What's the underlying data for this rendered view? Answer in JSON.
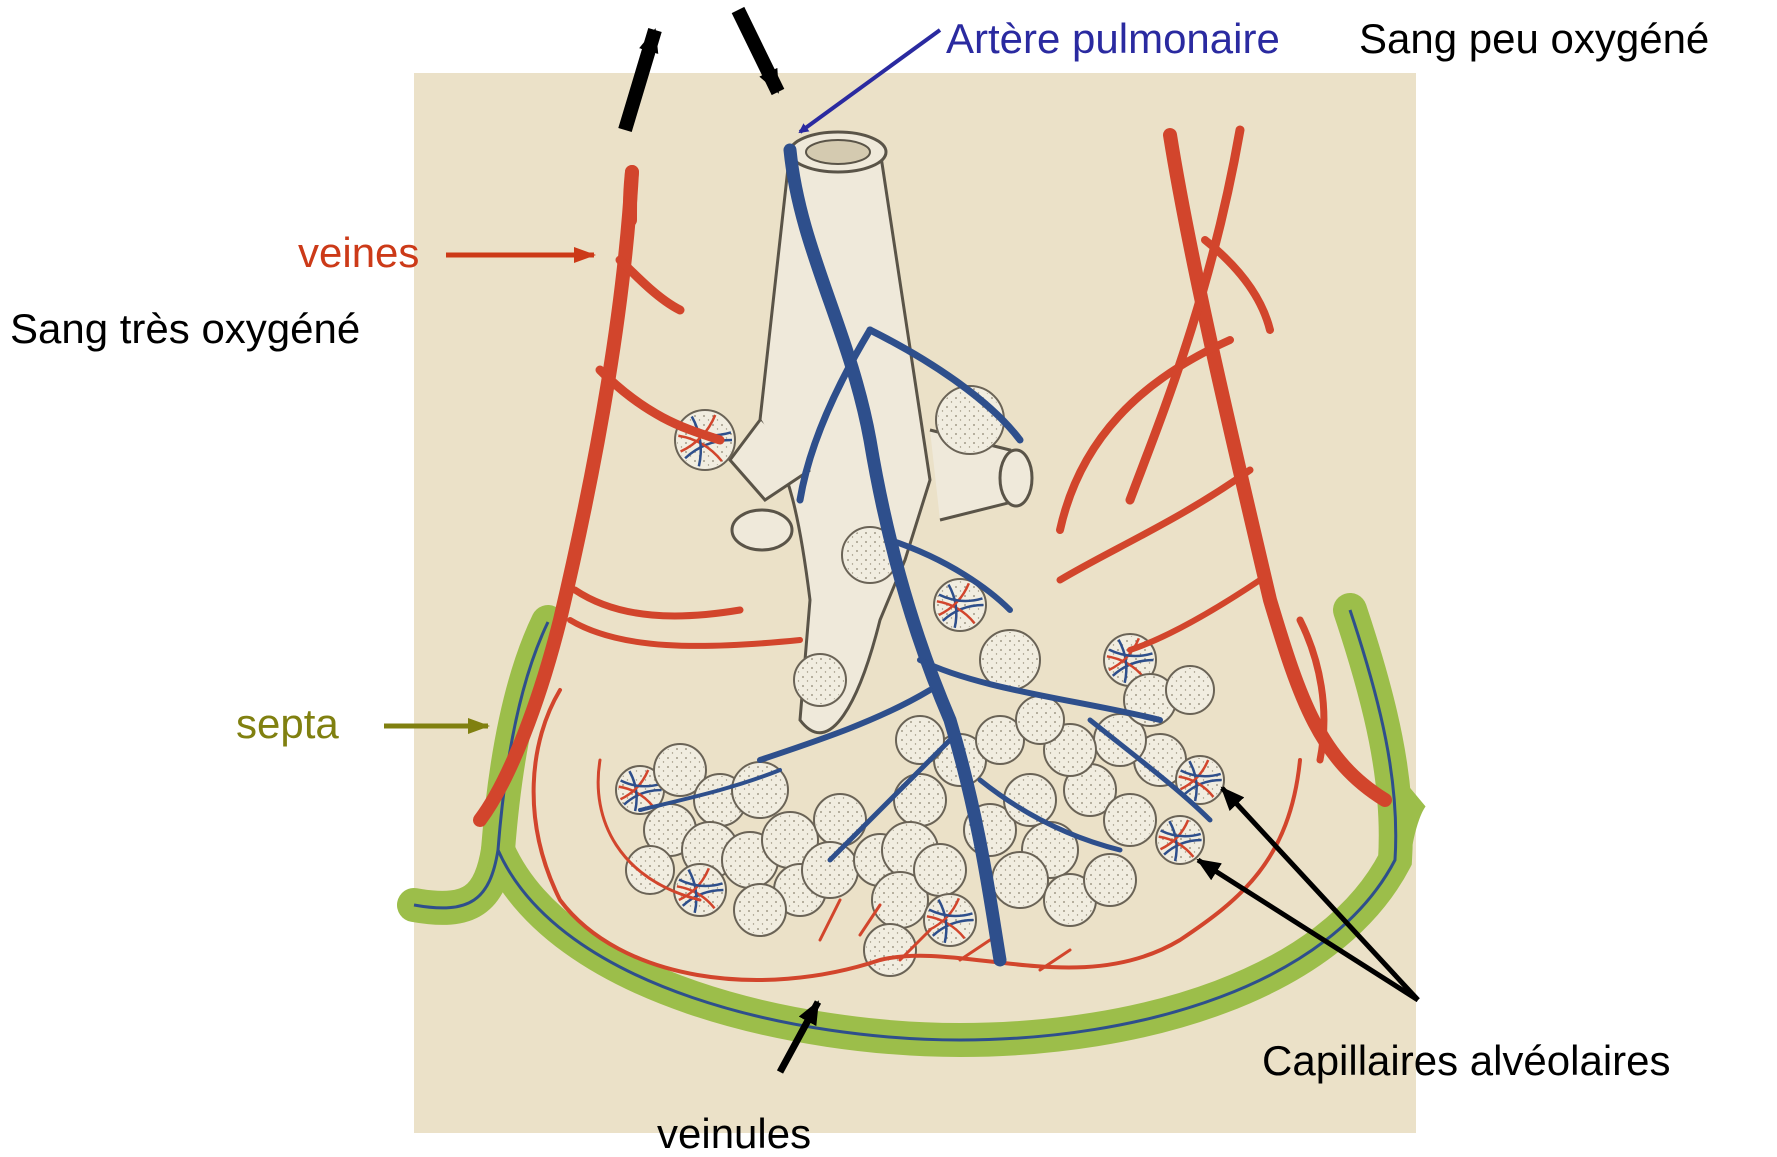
{
  "colors": {
    "background": "#ffffff",
    "plate": "#ebe1c8",
    "artery_blue": "#2e4f8c",
    "vein_red": "#d2452c",
    "septa_green": "#9cbe4a",
    "label_artery": "#2a2aa0",
    "label_veines": "#cc3a18",
    "label_septa": "#808010",
    "arrow_black": "#000000",
    "alveolus": "#f1ede0",
    "bronchiole": "#efe9da"
  },
  "labels": {
    "artere_pulmonaire": "Artère pulmonaire",
    "sang_peu_oxygene": "Sang peu oxygéné",
    "veines": "veines",
    "sang_tres_oxygene": "Sang très oxygéné",
    "septa": "septa",
    "capillaires_alveolaires": "Capillaires alvéolaires",
    "veinules": "veinules"
  },
  "icons": {
    "flow_out_arrow": "arrow-up-icon",
    "flow_in_arrow": "arrow-down-icon"
  }
}
